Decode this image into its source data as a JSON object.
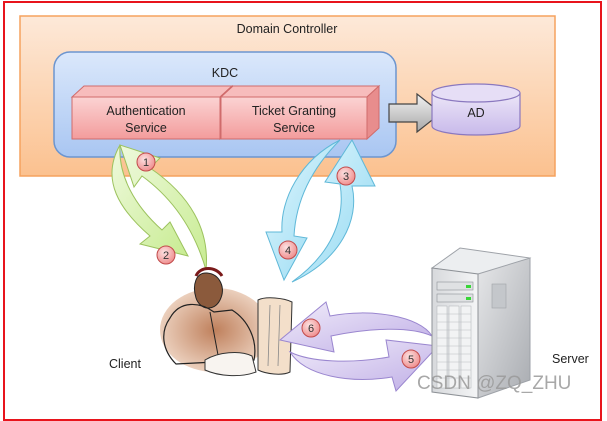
{
  "diagram": {
    "domain_controller": {
      "label": "Domain Controller"
    },
    "kdc": {
      "label": "KDC"
    },
    "authentication_service": {
      "line1": "Authentication",
      "line2": "Service"
    },
    "ticket_granting_service": {
      "line1": "Ticket Granting",
      "line2": "Service"
    },
    "ad": {
      "label": "AD"
    },
    "client": {
      "label": "Client"
    },
    "server": {
      "label": "Server"
    },
    "steps": [
      "1",
      "2",
      "3",
      "4",
      "5",
      "6"
    ],
    "watermark": "CSDN @ZQ_ZHU",
    "colors": {
      "frame": "#e8141c",
      "domain_fill": "#fcd5b4",
      "kdc_fill": "#c6d9f7",
      "service_fill": "#f4a7a7",
      "ad_fill": "#d9cff0",
      "green_arrow": "#d4f0a8",
      "blue_arrow": "#a8e2f5",
      "purple_arrow": "#d4c8ee",
      "badge": "#f39a9a"
    }
  }
}
